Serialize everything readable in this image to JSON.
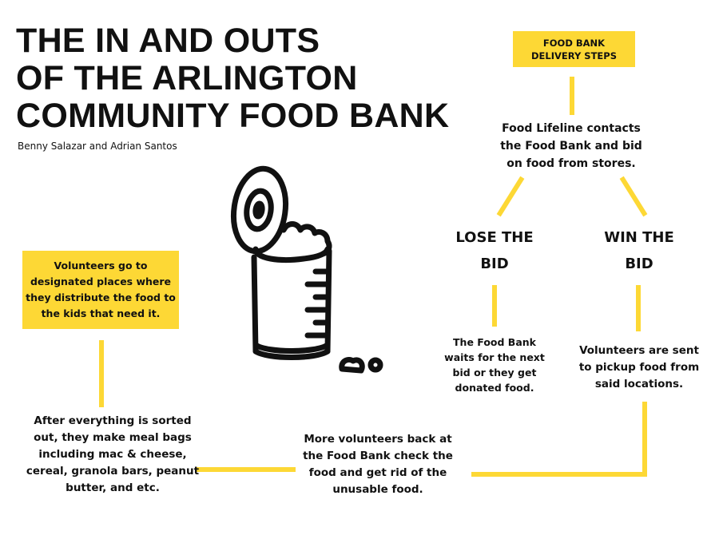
{
  "title_lines": [
    "THE IN AND OUTS",
    "OF THE ARLINGTON",
    "COMMUNITY FOOD BANK"
  ],
  "authors": "Benny Salazar and Adrian Santos",
  "header_box": {
    "line1": "FOOD BANK",
    "line2": "DELIVERY STEPS"
  },
  "steps": {
    "contact": "Food Lifeline contacts the Food Bank and bid on food from stores.",
    "lose": {
      "line1": "LOSE THE",
      "line2": "BID"
    },
    "win": {
      "line1": "WIN THE",
      "line2": "BID"
    },
    "lose_result": "The Food Bank waits for the next bid or they get donated food.",
    "win_result": "Volunteers are sent to pickup food from said locations.",
    "check": "More volunteers back at the Food Bank check the food and get rid of the unusable food.",
    "bags": "After everything is sorted out, they make meal bags including mac & cheese, cereal, granola bars, peanut butter, and etc.",
    "distribute": "Volunteers go to designated places where they distribute the food to the kids that need it."
  },
  "colors": {
    "accent": "#fdd835",
    "ink": "#111111",
    "background": "#ffffff"
  },
  "icons": [
    "food-can-icon"
  ]
}
